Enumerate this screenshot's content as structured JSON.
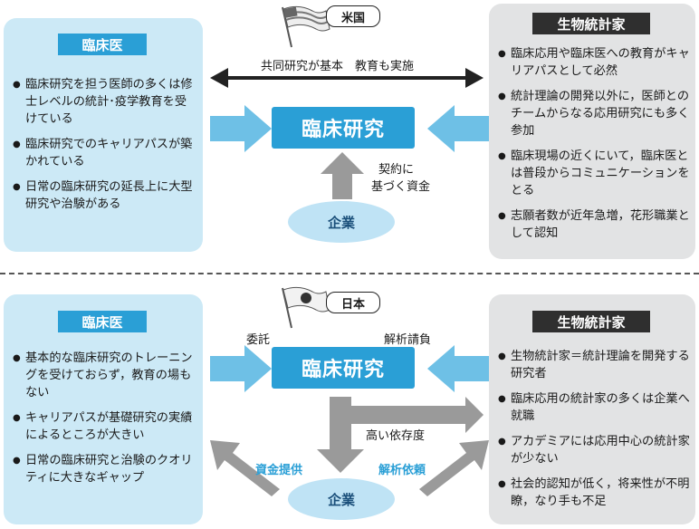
{
  "us": {
    "country": "米国",
    "left_title": "臨床医",
    "left_items": [
      "臨床研究を担う医師の多くは修士レベルの統計･疫学教育を受けている",
      "臨床研究でのキャリアパスが築かれている",
      "日常の臨床研究の延長上に大型研究や治験がある"
    ],
    "right_title": "生物統計家",
    "right_items": [
      "臨床応用や臨床医への教育がキャリアパスとして必然",
      "統計理論の開発以外に，医師とのチームからなる応用研究にも多く参加",
      "臨床現場の近くにいて，臨床医とは普段からコミュニケーションをとる",
      "志願者数が近年急増，花形職業として認知"
    ],
    "center": "臨床研究",
    "top_arrow_label": "共同研究が基本　教育も実施",
    "funding_label_1": "契約に",
    "funding_label_2": "基づく資金",
    "company": "企業"
  },
  "jp": {
    "country": "日本",
    "left_title": "臨床医",
    "left_items": [
      "基本的な臨床研究のトレーニングを受けておらず，教育の場もない",
      "キャリアパスが基礎研究の実績によるところが大きい",
      "日常の臨床研究と治験のクオリティに大きなギャップ"
    ],
    "right_title": "生物統計家",
    "right_items": [
      "生物統計家＝統計理論を開発する研究者",
      "臨床応用の統計家の多くは企業へ就職",
      "アカデミアには応用中心の統計家が少ない",
      "社会的認知が低く，将来性が不明瞭，なり手も不足"
    ],
    "center": "臨床研究",
    "left_label": "委託",
    "right_label": "解析請負",
    "dependency_label": "高い依存度",
    "funding_label": "資金提供",
    "analysis_label": "解析依頼",
    "company": "企業"
  },
  "colors": {
    "accent_blue": "#2a9fd6",
    "light_blue": "#cce9f6",
    "gray_panel": "#e2e3e4",
    "arrow_gray": "#9a9a9a"
  },
  "icons": [
    "us-flag-icon",
    "japan-flag-icon"
  ]
}
